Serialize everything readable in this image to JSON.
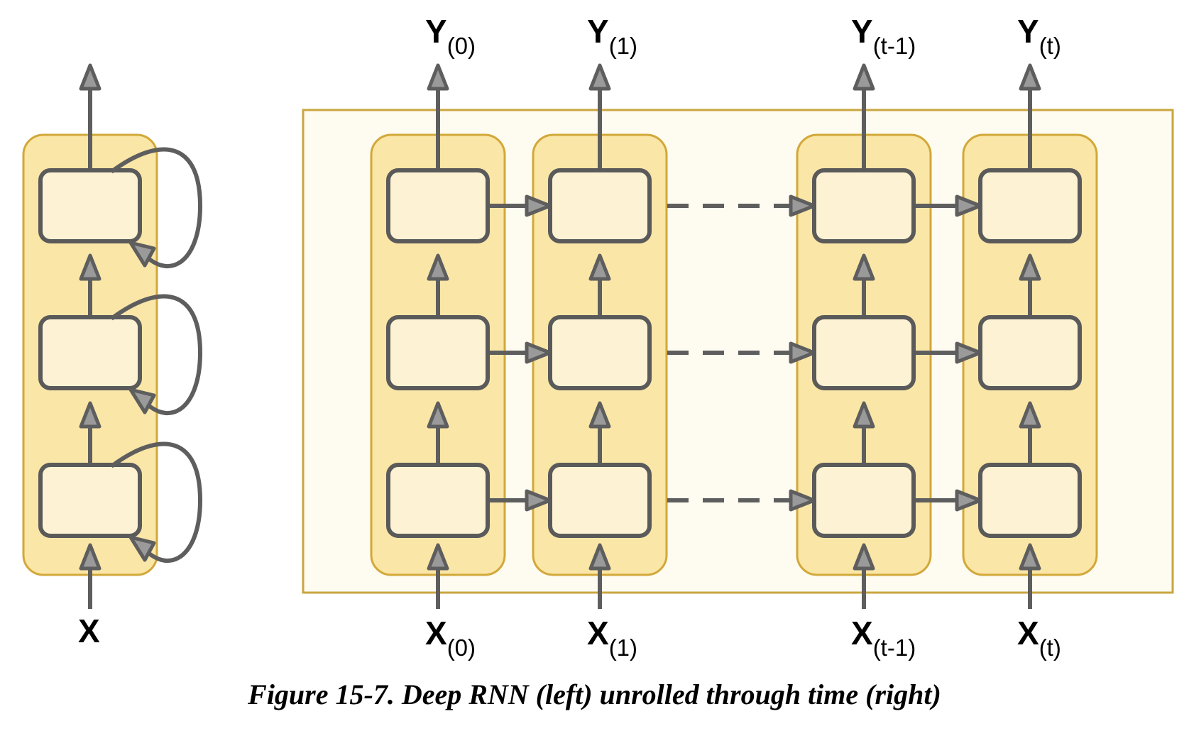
{
  "colors": {
    "outer_fill": "#fefbf0",
    "outer_stroke": "#c9a640",
    "column_fill": "#fae6a6",
    "column_stroke": "#d2a83a",
    "cell_fill": "#fdf3d4",
    "cell_stroke": "#5a5a5a",
    "arrow": "#5e5e5e"
  },
  "left": {
    "input_label": "X",
    "layers": 3
  },
  "right": {
    "timesteps": [
      {
        "x_main": "X",
        "x_sub": "(0)",
        "y_main": "Y",
        "y_sub": "(0)"
      },
      {
        "x_main": "X",
        "x_sub": "(1)",
        "y_main": "Y",
        "y_sub": "(1)"
      },
      {
        "x_main": "X",
        "x_sub": "(t-1)",
        "y_main": "Y",
        "y_sub": "(t-1)"
      },
      {
        "x_main": "X",
        "x_sub": "(t)",
        "y_main": "Y",
        "y_sub": "(t)"
      }
    ]
  },
  "caption": "Figure 15-7. Deep RNN (left) unrolled through time (right)"
}
